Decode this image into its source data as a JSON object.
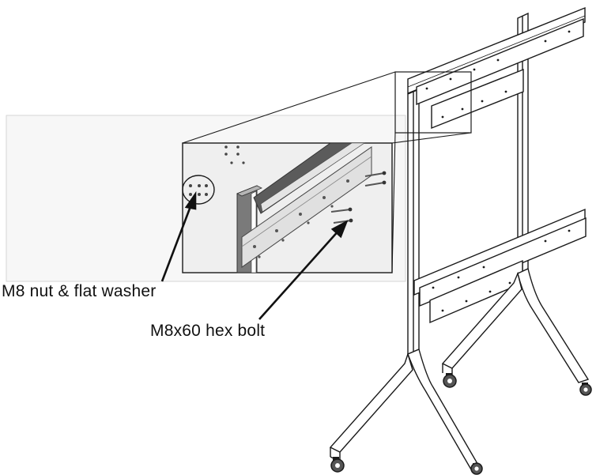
{
  "callouts": {
    "nut_washer": "M8 nut & flat washer",
    "hex_bolt": "M8x60 hex bolt"
  },
  "colors": {
    "line": "#1a1a1a",
    "frame": "#2b2b2b",
    "panel_bg": "#f2f2f2",
    "rail": "#6b6b6b",
    "wheel": "#555555"
  },
  "components": [
    "vertical-column",
    "mounting-rail",
    "adapter-bracket",
    "base-leg",
    "caster-wheel",
    "detail-inset"
  ]
}
